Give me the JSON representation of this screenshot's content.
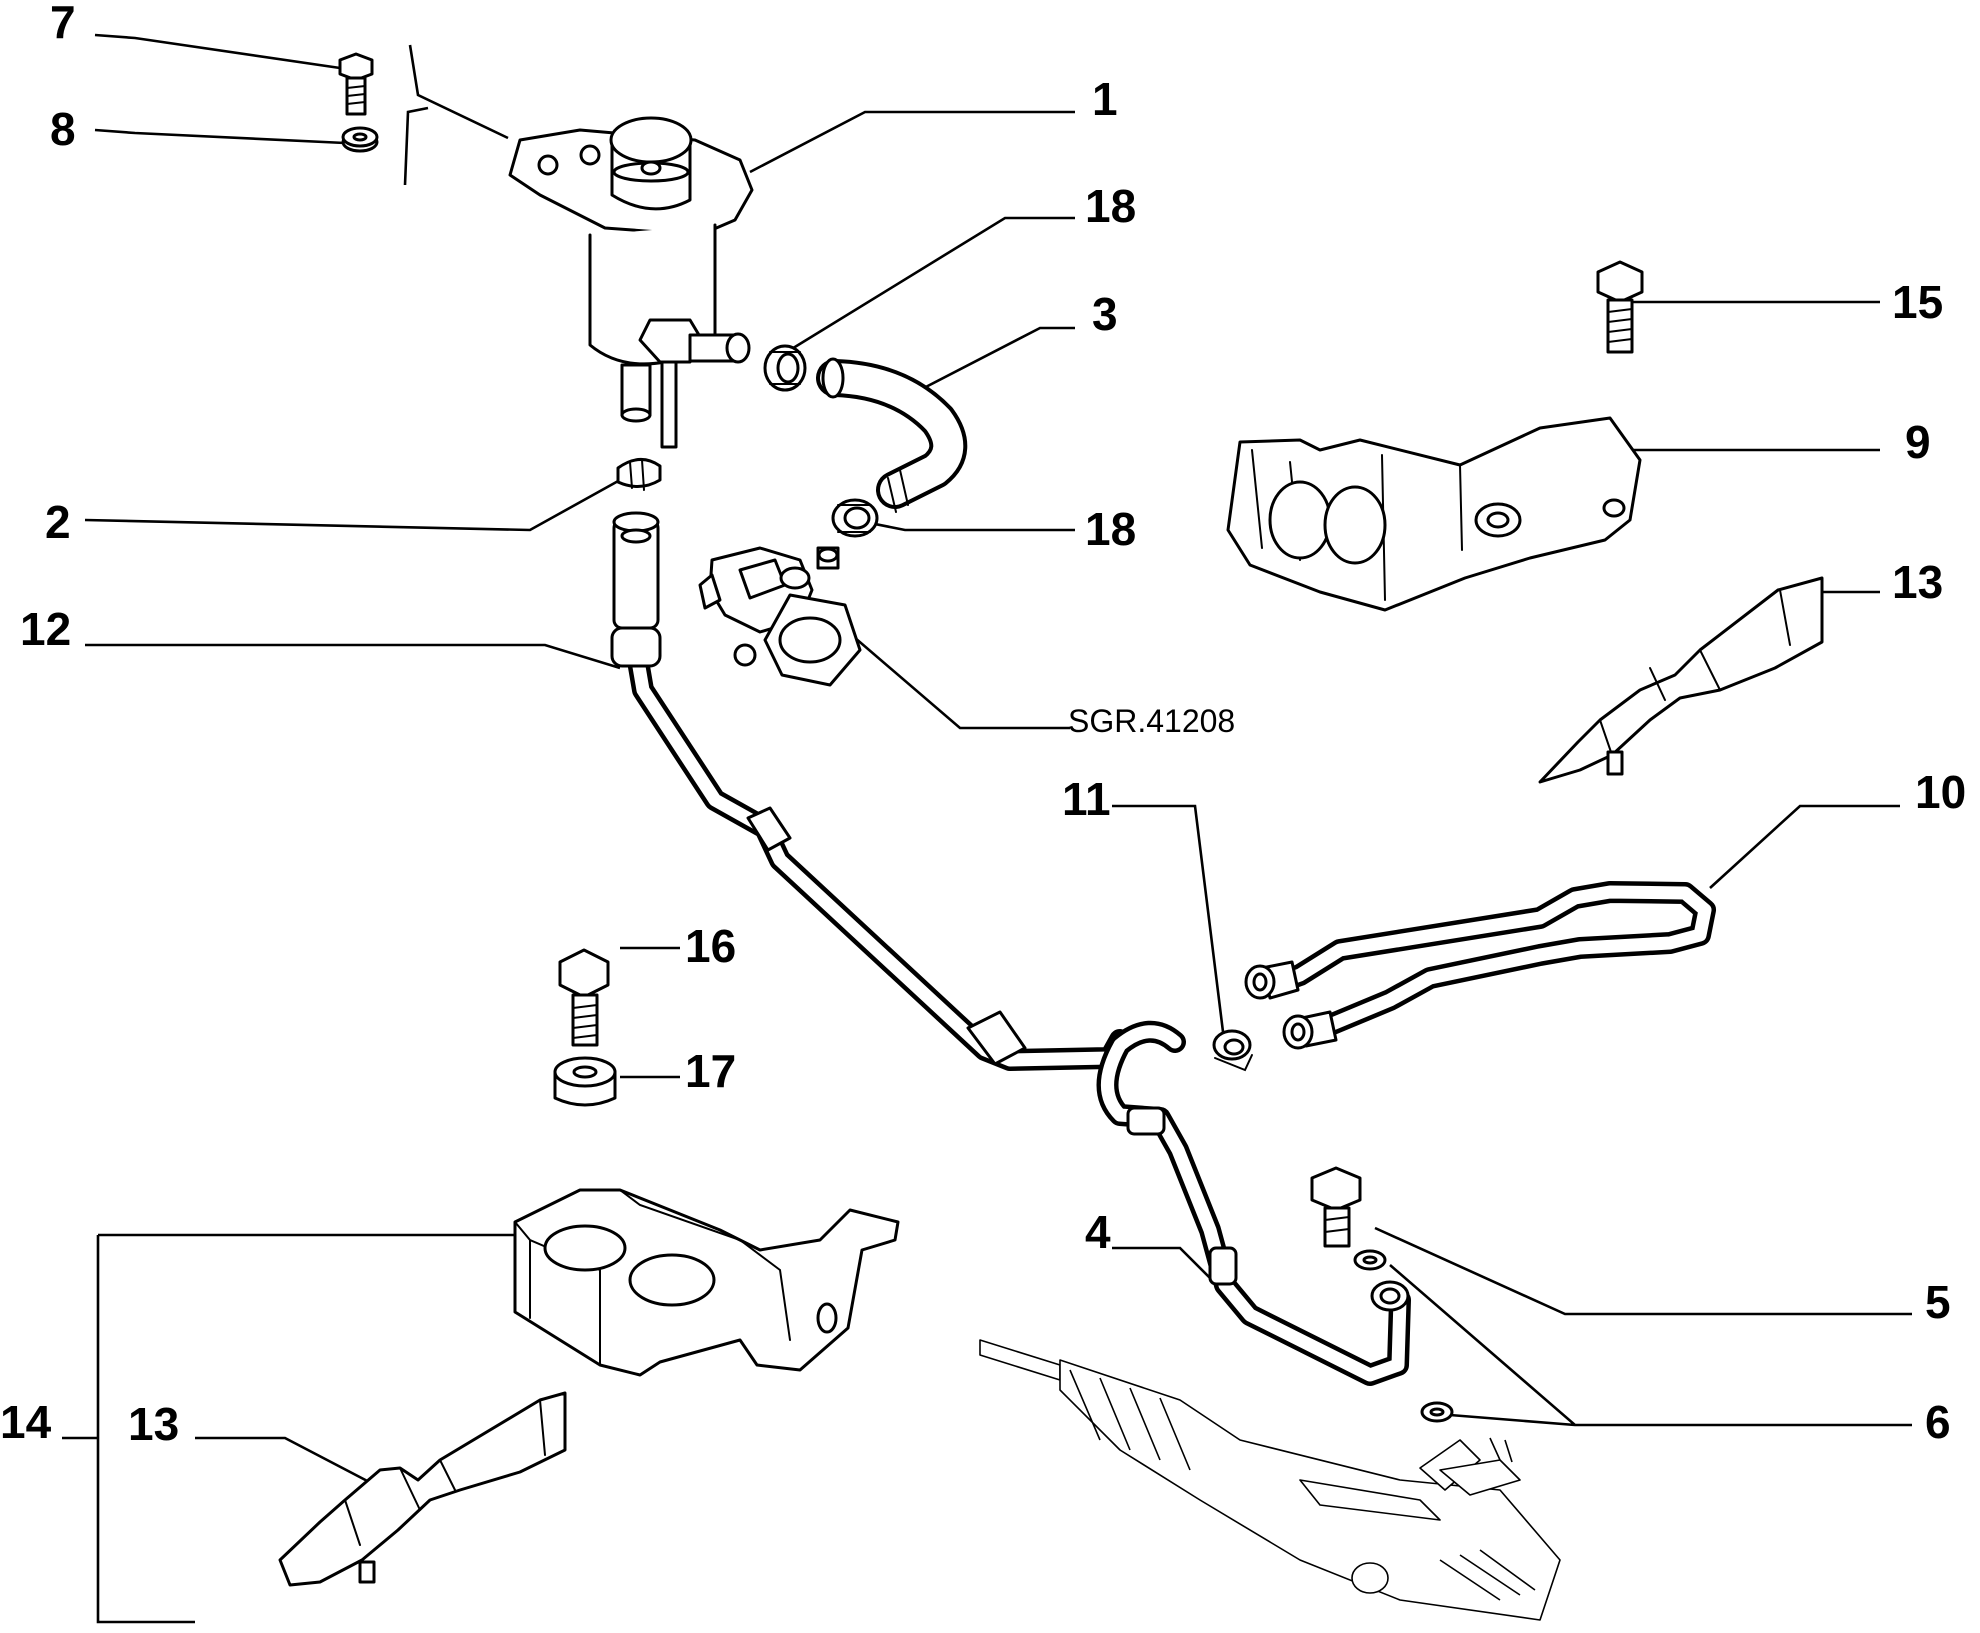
{
  "diagram": {
    "reference_code": "SGR.41208",
    "callouts": [
      {
        "id": "c1",
        "label": "1"
      },
      {
        "id": "c2",
        "label": "2"
      },
      {
        "id": "c3",
        "label": "3"
      },
      {
        "id": "c4",
        "label": "4"
      },
      {
        "id": "c5",
        "label": "5"
      },
      {
        "id": "c6",
        "label": "6"
      },
      {
        "id": "c7",
        "label": "7"
      },
      {
        "id": "c8",
        "label": "8"
      },
      {
        "id": "c9",
        "label": "9"
      },
      {
        "id": "c10",
        "label": "10"
      },
      {
        "id": "c11",
        "label": "11"
      },
      {
        "id": "c12",
        "label": "12"
      },
      {
        "id": "c13a",
        "label": "13"
      },
      {
        "id": "c13b",
        "label": "13"
      },
      {
        "id": "c14",
        "label": "14"
      },
      {
        "id": "c15",
        "label": "15"
      },
      {
        "id": "c16",
        "label": "16"
      },
      {
        "id": "c17",
        "label": "17"
      },
      {
        "id": "c18a",
        "label": "18"
      },
      {
        "id": "c18b",
        "label": "18"
      }
    ]
  }
}
